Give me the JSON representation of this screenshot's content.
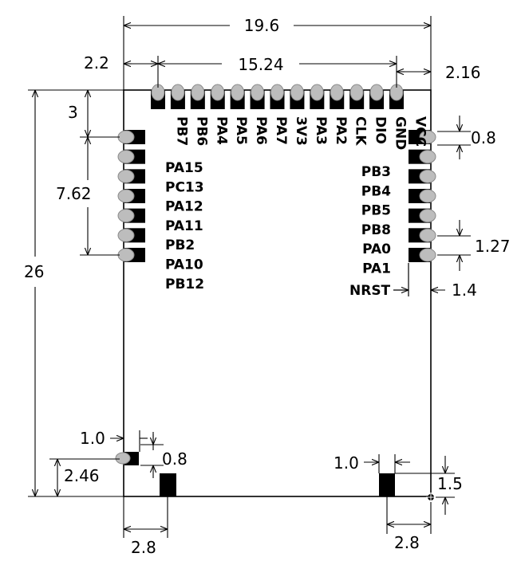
{
  "dimensions": {
    "overall_width": "19.6",
    "pin_span": "15.24",
    "left_margin": "2.2",
    "right_margin": "2.16",
    "top_offset": "3",
    "left_span": "7.62",
    "height": "26",
    "pad_width": "0.8",
    "pitch": "1.27",
    "pad_offset": "1.4",
    "bottom_inset_left": "1.0",
    "bottom_pad_left": "0.8",
    "bottom_height": "2.46",
    "bottom_inset_right": "1.0",
    "bottom_pad_right": "1.5",
    "bottom_span_left": "2.8",
    "bottom_span_right": "2.8"
  },
  "top_pins": [
    "PB7",
    "PB6",
    "PA4",
    "PA5",
    "PA6",
    "PA7",
    "3V3",
    "PA3",
    "PA2",
    "CLK",
    "DIO",
    "GND",
    "VCC"
  ],
  "left_pins": [
    "PA15",
    "PC13",
    "PA12",
    "PA11",
    "PB2",
    "PA10",
    "PB12"
  ],
  "right_pins": [
    "PB3",
    "PB4",
    "PB5",
    "PB8",
    "PA0",
    "PA1"
  ],
  "extra_pin": "NRST"
}
